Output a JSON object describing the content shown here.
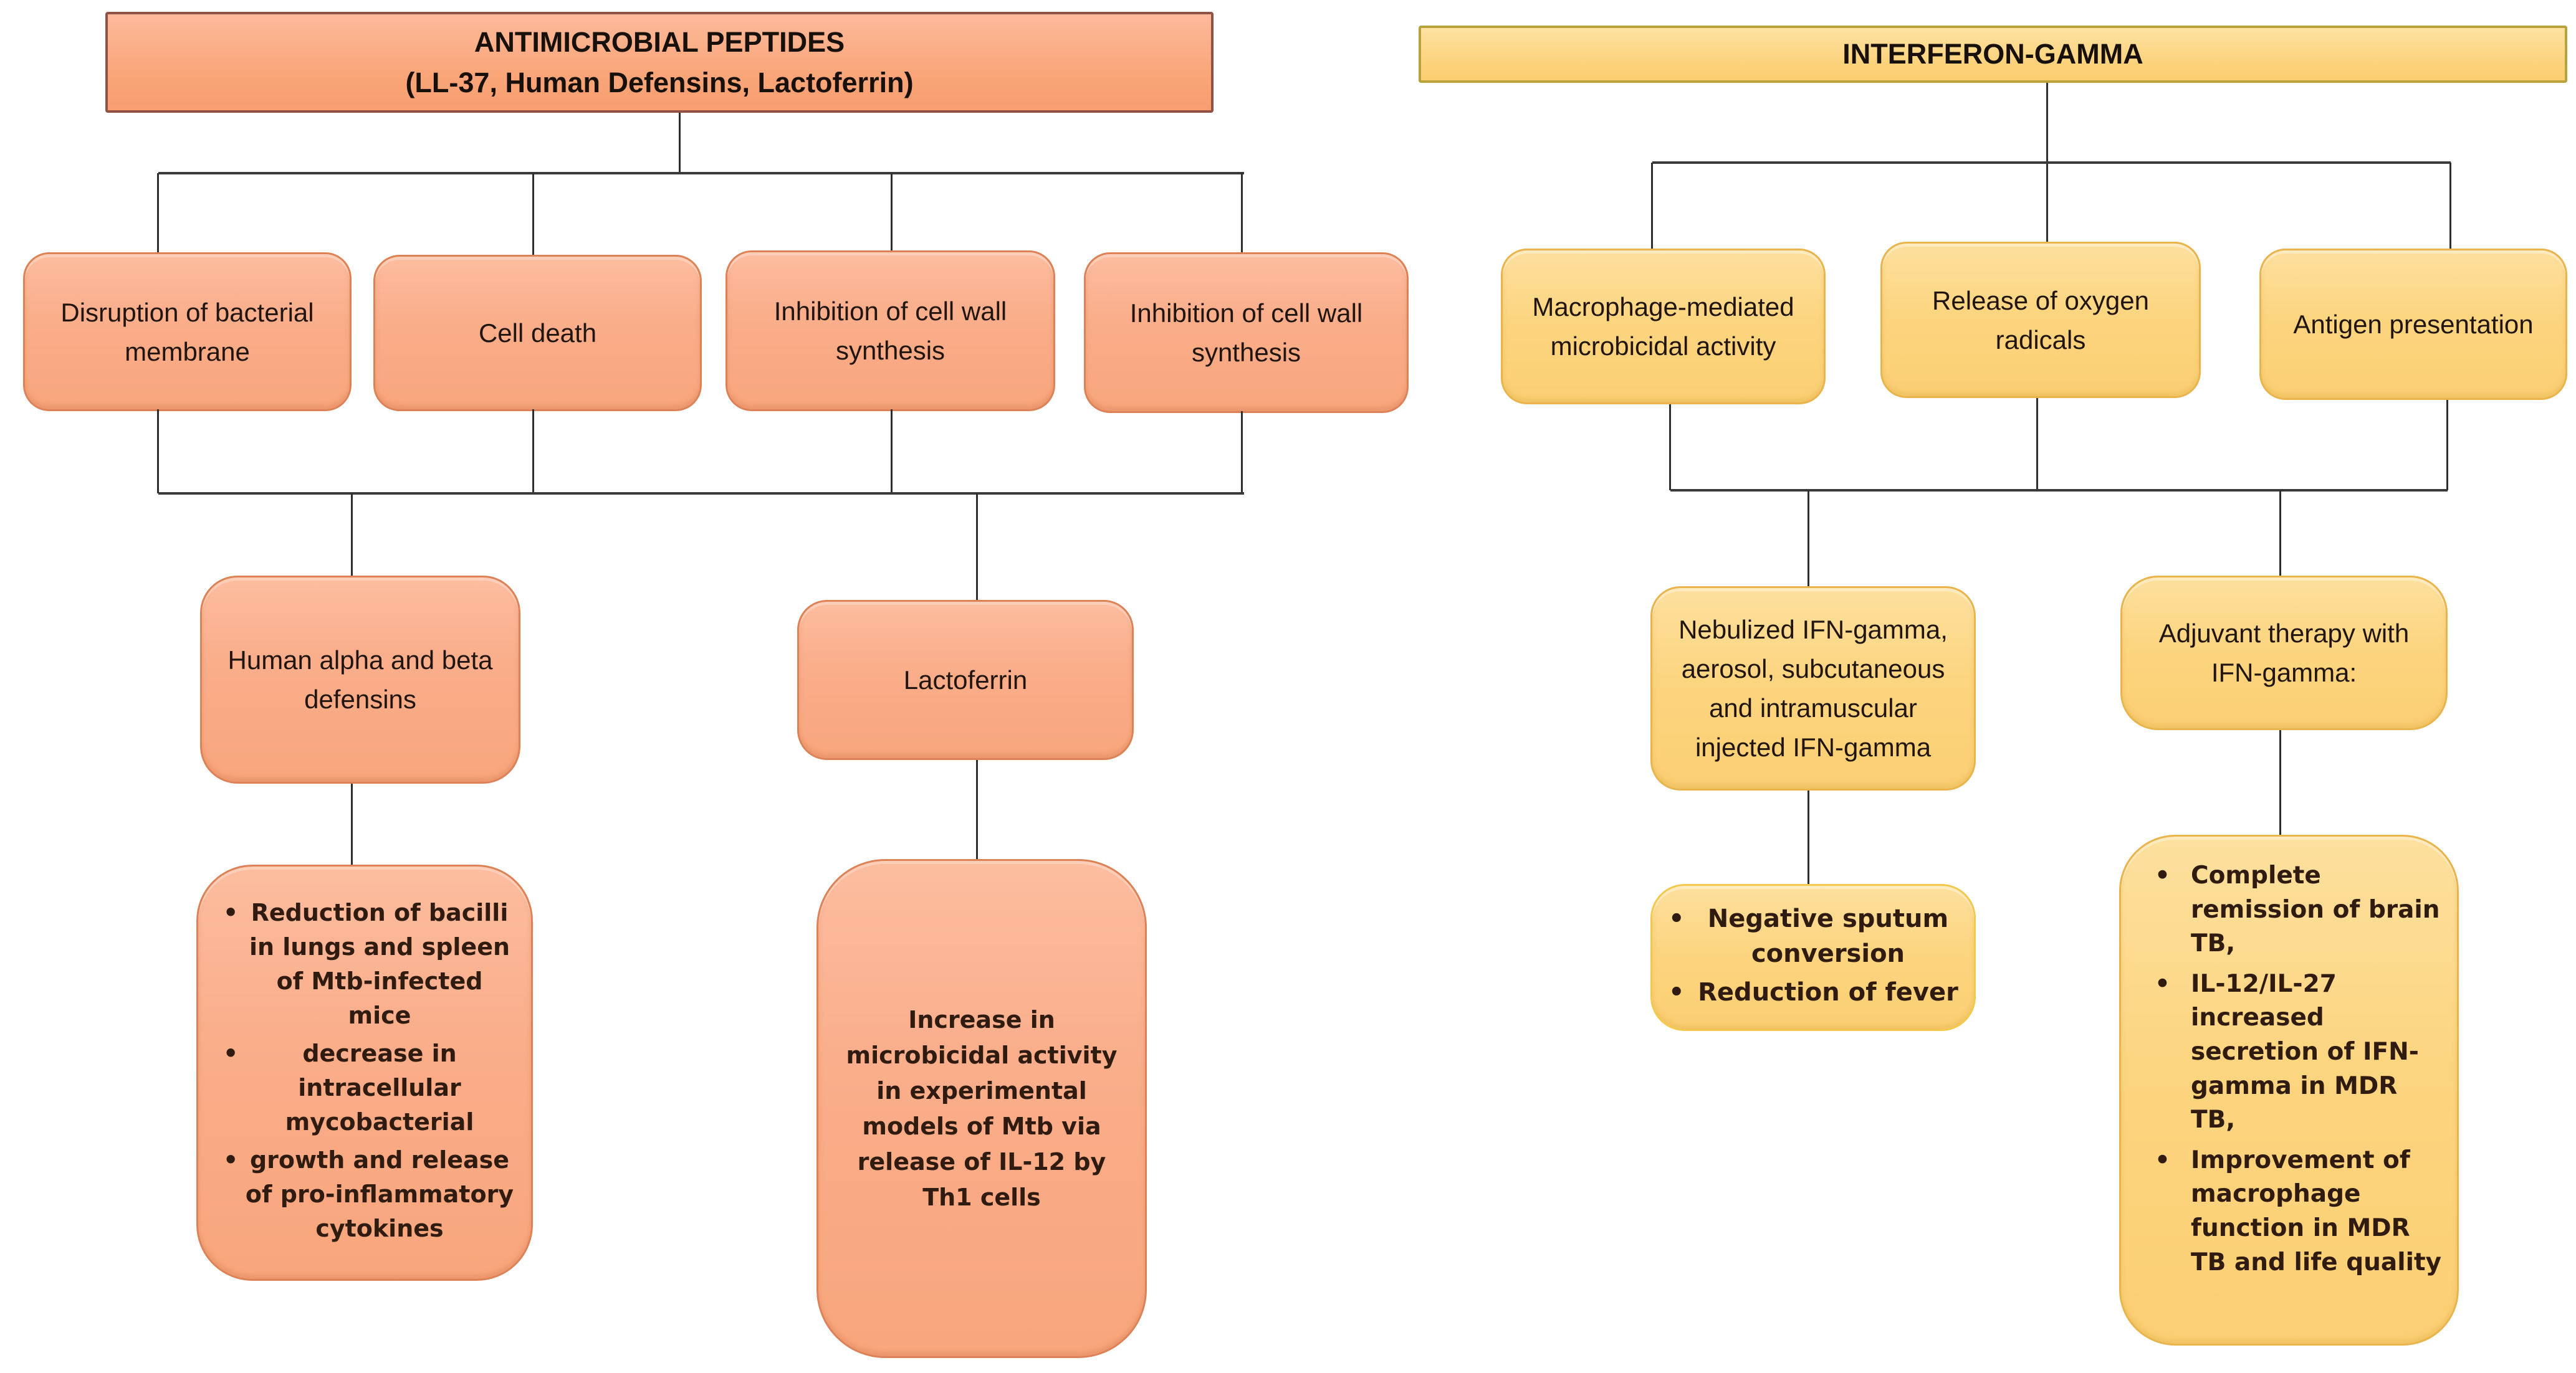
{
  "palette": {
    "salmon_fill": "#FAAE8B",
    "salmon_border": "#DD8257",
    "salmon_title_border": "#8F5244",
    "yellow_fill": "#FCD580",
    "yellow_border": "#E9B44C",
    "yellow_title_border": "#B8A23D",
    "connector": "#2E2E2E",
    "text": "#201510"
  },
  "left": {
    "title_line1": "ANTIMICROBIAL PEPTIDES",
    "title_line2": "(LL-37, Human Defensins, Lactoferrin)",
    "row2": [
      "Disruption of bacterial membrane",
      "Cell death",
      "Inhibition of cell wall synthesis",
      "Inhibition of cell wall synthesis"
    ],
    "mid": [
      "Human alpha and beta defensins",
      "Lactoferrin"
    ],
    "defensin_bullets": [
      "Reduction of bacilli in lungs and spleen of Mtb-infected mice",
      "decrease in intracellular mycobacterial",
      "growth and release of pro-inflammatory cytokines"
    ],
    "lactoferrin_detail": "Increase in microbicidal activity in experimental models of Mtb via release of IL-12 by Th1 cells"
  },
  "right": {
    "title": "INTERFERON-GAMMA",
    "row2": [
      "Macrophage-mediated microbicidal activity",
      "Release of oxygen radicals",
      "Antigen presentation"
    ],
    "mid": [
      "Nebulized IFN-gamma, aerosol, subcutaneous and intramuscular injected IFN-gamma",
      "Adjuvant therapy with IFN-gamma:"
    ],
    "nebulized_bullets": [
      "Negative sputum conversion",
      "Reduction of fever"
    ],
    "adjuvant_bullets": [
      "Complete remission of brain TB,",
      "IL-12/IL-27 increased secretion of IFN-gamma in MDR TB,",
      "Improvement of macrophage function in MDR TB and life quality"
    ]
  }
}
